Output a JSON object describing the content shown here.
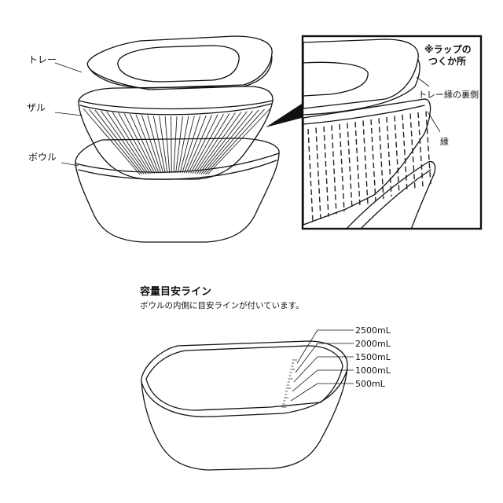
{
  "labels": {
    "tray": "トレー",
    "colander": "ザル",
    "bowl": "ボウル"
  },
  "callout": {
    "note_line1": "※ラップの",
    "note_line2": "つくか所",
    "tray_edge_back": "トレー縁の裏側",
    "edge": "縁"
  },
  "capacity": {
    "title": "容量目安ライン",
    "subtitle": "ボウルの内側に目安ラインが付いています。",
    "levels": [
      "2500mL",
      "2000mL",
      "1500mL",
      "1000mL",
      "500mL"
    ]
  }
}
